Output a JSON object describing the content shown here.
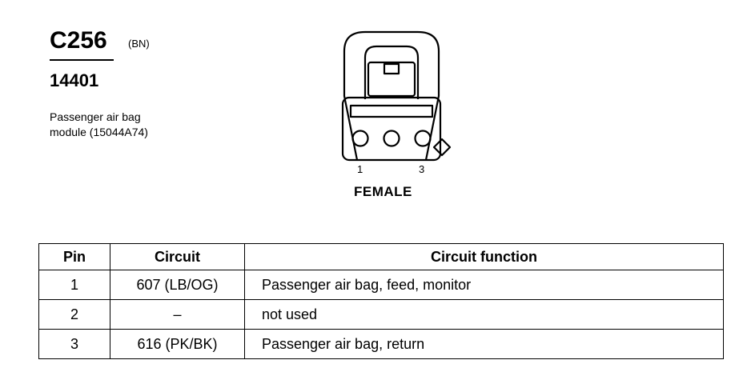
{
  "header": {
    "connector_id": "C256",
    "color_code": "(BN)",
    "part_number": "14401",
    "description_lines": [
      "Passenger air bag",
      "module (15044A74)"
    ]
  },
  "connector": {
    "gender": "FEMALE",
    "pin_labels": [
      "1",
      "3"
    ],
    "cavity_count": 3
  },
  "pinout_table": {
    "headers": [
      "Pin",
      "Circuit",
      "Circuit function"
    ],
    "rows": [
      {
        "pin": "1",
        "circuit": "607 (LB/OG)",
        "function": "Passenger air bag, feed, monitor"
      },
      {
        "pin": "2",
        "circuit": "–",
        "function": "not used"
      },
      {
        "pin": "3",
        "circuit": "616 (PK/BK)",
        "function": "Passenger air bag, return"
      }
    ]
  }
}
